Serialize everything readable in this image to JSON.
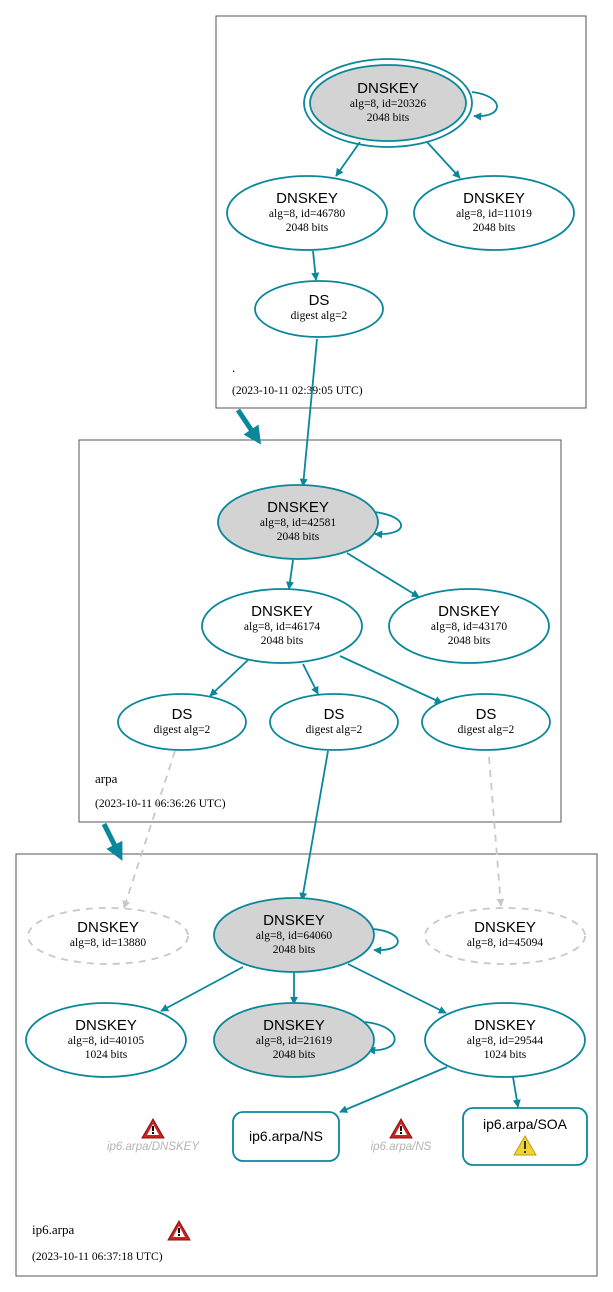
{
  "zones": [
    {
      "name": ".",
      "timestamp": "(2023-10-11 02:39:05 UTC)"
    },
    {
      "name": "arpa",
      "timestamp": "(2023-10-11 06:36:26 UTC)"
    },
    {
      "name": "ip6.arpa",
      "timestamp": "(2023-10-11 06:37:18 UTC)"
    }
  ],
  "nodes": {
    "root_ksk": {
      "title": "DNSKEY",
      "line1": "alg=8, id=20326",
      "line2": "2048 bits"
    },
    "root_zsk1": {
      "title": "DNSKEY",
      "line1": "alg=8, id=46780",
      "line2": "2048 bits"
    },
    "root_zsk2": {
      "title": "DNSKEY",
      "line1": "alg=8, id=11019",
      "line2": "2048 bits"
    },
    "root_ds": {
      "title": "DS",
      "line1": "digest alg=2"
    },
    "arpa_ksk": {
      "title": "DNSKEY",
      "line1": "alg=8, id=42581",
      "line2": "2048 bits"
    },
    "arpa_zsk1": {
      "title": "DNSKEY",
      "line1": "alg=8, id=46174",
      "line2": "2048 bits"
    },
    "arpa_zsk2": {
      "title": "DNSKEY",
      "line1": "alg=8, id=43170",
      "line2": "2048 bits"
    },
    "arpa_ds1": {
      "title": "DS",
      "line1": "digest alg=2"
    },
    "arpa_ds2": {
      "title": "DS",
      "line1": "digest alg=2"
    },
    "arpa_ds3": {
      "title": "DS",
      "line1": "digest alg=2"
    },
    "ip6_missing1": {
      "title": "DNSKEY",
      "line1": "alg=8, id=13880"
    },
    "ip6_ksk": {
      "title": "DNSKEY",
      "line1": "alg=8, id=64060",
      "line2": "2048 bits"
    },
    "ip6_missing2": {
      "title": "DNSKEY",
      "line1": "alg=8, id=45094"
    },
    "ip6_zsk1": {
      "title": "DNSKEY",
      "line1": "alg=8, id=40105",
      "line2": "1024 bits"
    },
    "ip6_zsk2": {
      "title": "DNSKEY",
      "line1": "alg=8, id=21619",
      "line2": "2048 bits"
    },
    "ip6_zsk3": {
      "title": "DNSKEY",
      "line1": "alg=8, id=29544",
      "line2": "1024 bits"
    }
  },
  "rrsets": {
    "ns": "ip6.arpa/NS",
    "soa": "ip6.arpa/SOA"
  },
  "errors": {
    "dnskey": "ip6.arpa/DNSKEY",
    "ns": "ip6.arpa/NS"
  },
  "colors": {
    "edge": "#0a879a",
    "node_fill_sep": "#d3d3d3",
    "missing": "#c8c8c8",
    "error_red": "#cc2222",
    "warning_yellow": "#f2d22e"
  }
}
